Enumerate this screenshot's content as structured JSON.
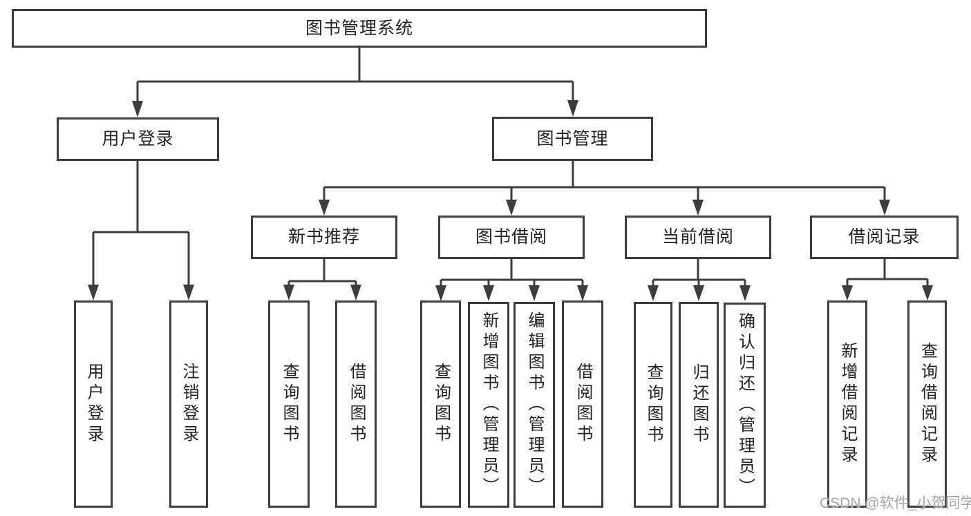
{
  "watermark": "CSDN @软件_小贺同学",
  "diagram": {
    "type": "hierarchy-tree",
    "colors": {
      "line": "#3d3d3d",
      "box_border": "#3d3d3d",
      "text": "#222222",
      "background": "#ffffff",
      "watermark": "#a6a6a6"
    },
    "root": {
      "label": "图书管理系统"
    },
    "level2": [
      {
        "id": "user-login",
        "label": "用户登录",
        "parent": "root"
      },
      {
        "id": "book-management",
        "label": "图书管理",
        "parent": "root"
      }
    ],
    "level3": [
      {
        "id": "new-book-recommend",
        "label": "新书推荐",
        "parent": "book-management"
      },
      {
        "id": "book-borrow",
        "label": "图书借阅",
        "parent": "book-management"
      },
      {
        "id": "current-borrow",
        "label": "当前借阅",
        "parent": "book-management"
      },
      {
        "id": "borrow-records",
        "label": "借阅记录",
        "parent": "book-management"
      }
    ],
    "leaves": [
      {
        "id": "leaf-user-login",
        "label": "用户登录",
        "parent": "user-login"
      },
      {
        "id": "leaf-logout",
        "label": "注销登录",
        "parent": "user-login"
      },
      {
        "id": "leaf-recommend-query-books",
        "label": "查询图书",
        "parent": "new-book-recommend"
      },
      {
        "id": "leaf-recommend-borrow-books",
        "label": "借阅图书",
        "parent": "new-book-recommend"
      },
      {
        "id": "leaf-borrow-query-books",
        "label": "查询图书",
        "parent": "book-borrow"
      },
      {
        "id": "leaf-borrow-add-books",
        "label": "新增图书（管理员）",
        "parent": "book-borrow"
      },
      {
        "id": "leaf-borrow-edit-books",
        "label": "编辑图书（管理员）",
        "parent": "book-borrow"
      },
      {
        "id": "leaf-borrow-borrow-books",
        "label": "借阅图书",
        "parent": "book-borrow"
      },
      {
        "id": "leaf-current-query-books",
        "label": "查询图书",
        "parent": "current-borrow"
      },
      {
        "id": "leaf-current-return-books",
        "label": "归还图书",
        "parent": "current-borrow"
      },
      {
        "id": "leaf-current-confirm-return",
        "label": "确认归还（管理员）",
        "parent": "current-borrow"
      },
      {
        "id": "leaf-records-add-record",
        "label": "新增借阅记录",
        "parent": "borrow-records"
      },
      {
        "id": "leaf-records-query-record",
        "label": "查询借阅记录",
        "parent": "borrow-records"
      }
    ]
  }
}
